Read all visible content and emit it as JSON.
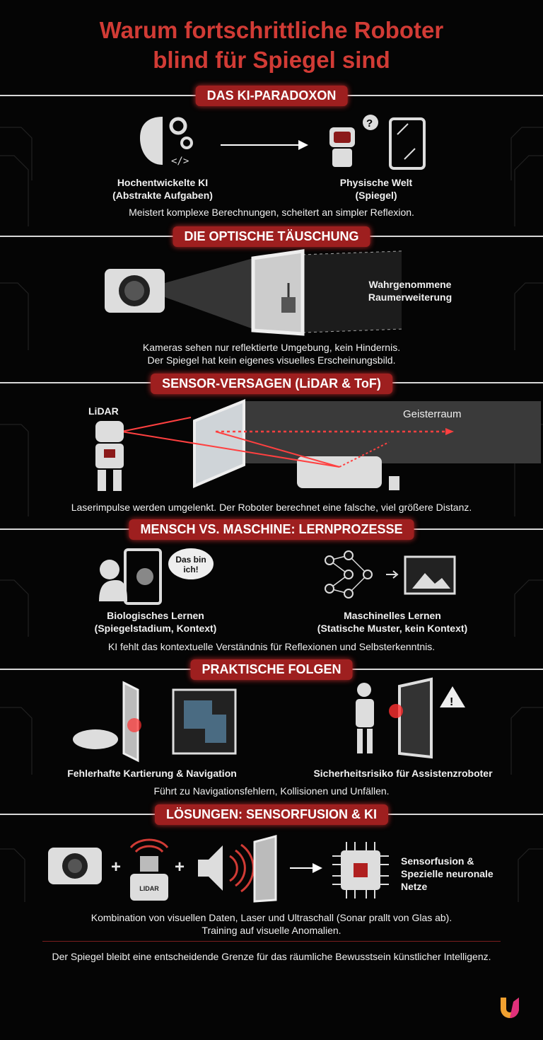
{
  "title_line1": "Warum fortschrittliche Roboter",
  "title_line2": "blind für Spiegel sind",
  "sections": [
    {
      "heading": "DAS KI-PARADOXON",
      "left_label_1": "Hochentwickelte KI",
      "left_label_2": "(Abstrakte Aufgaben)",
      "right_label_1": "Physische Welt",
      "right_label_2": "(Spiegel)",
      "caption": "Meistert komplexe Berechnungen, scheitert an simpler Reflexion.",
      "question_mark": "?"
    },
    {
      "heading": "DIE OPTISCHE TÄUSCHUNG",
      "label_1": "Wahrgenommene",
      "label_2": "Raumerweiterung",
      "caption_1": "Kameras sehen nur reflektierte Umgebung, kein Hindernis.",
      "caption_2": "Der Spiegel hat kein eigenes visuelles Erscheinungsbild."
    },
    {
      "heading": "SENSOR-VERSAGEN (LiDAR & ToF)",
      "lidar_label": "LiDAR",
      "ghost_label": "Geisterraum",
      "caption": "Laserimpulse werden umgelenkt. Der Roboter berechnet eine falsche, viel größere Distanz."
    },
    {
      "heading": "MENSCH VS. MASCHINE: LERNPROZESSE",
      "bubble_1": "Das bin",
      "bubble_2": "ich!",
      "left_label_1": "Biologisches Lernen",
      "left_label_2": "(Spiegelstadium, Kontext)",
      "right_label_1": "Maschinelles Lernen",
      "right_label_2": "(Statische Muster, kein Kontext)",
      "caption": "KI fehlt das kontextuelle Verständnis für Reflexionen und Selbsterkenntnis."
    },
    {
      "heading": "PRAKTISCHE FOLGEN",
      "left_label": "Fehlerhafte Kartierung & Navigation",
      "right_label": "Sicherheitsrisiko für Assistenzroboter",
      "caption": "Führt zu Navigationsfehlern, Kollisionen und Unfällen.",
      "warning": "!"
    },
    {
      "heading": "LÖSUNGEN: SENSORFUSION & KI",
      "lidar_device": "LIDAR",
      "plus": "+",
      "label_1": "Sensorfusion &",
      "label_2": "Spezielle neuronale",
      "label_3": "Netze",
      "caption_1": "Kombination von visuellen Daten, Laser und Ultraschall (Sonar prallt von Glas ab).",
      "caption_2": "Training auf visuelle Anomalien."
    }
  ],
  "footer": "Der Spiegel bleibt eine entscheidende Grenze für das räumliche Bewusstsein künstlicher Intelligenz.",
  "colors": {
    "accent": "#d13b35",
    "pill": "#9e1f1f",
    "background": "#050505"
  }
}
